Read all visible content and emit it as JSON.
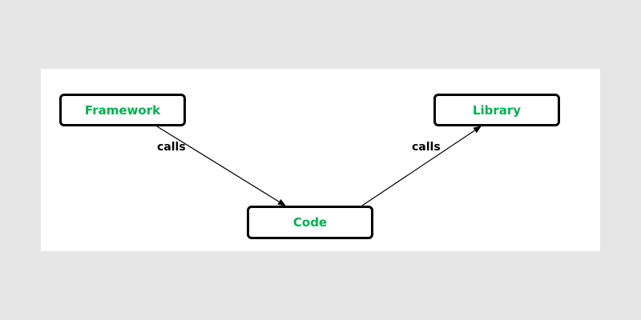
{
  "colors": {
    "background": "#e6e6e6",
    "canvas": "#ffffff",
    "node_border": "#000000",
    "node_text": "#00b050",
    "arrow": "#000000"
  },
  "diagram": {
    "nodes": {
      "framework": "Framework",
      "library": "Library",
      "code": "Code"
    },
    "edges": [
      {
        "from": "Framework",
        "to": "Code",
        "label": "calls"
      },
      {
        "from": "Code",
        "to": "Library",
        "label": "calls"
      }
    ]
  }
}
